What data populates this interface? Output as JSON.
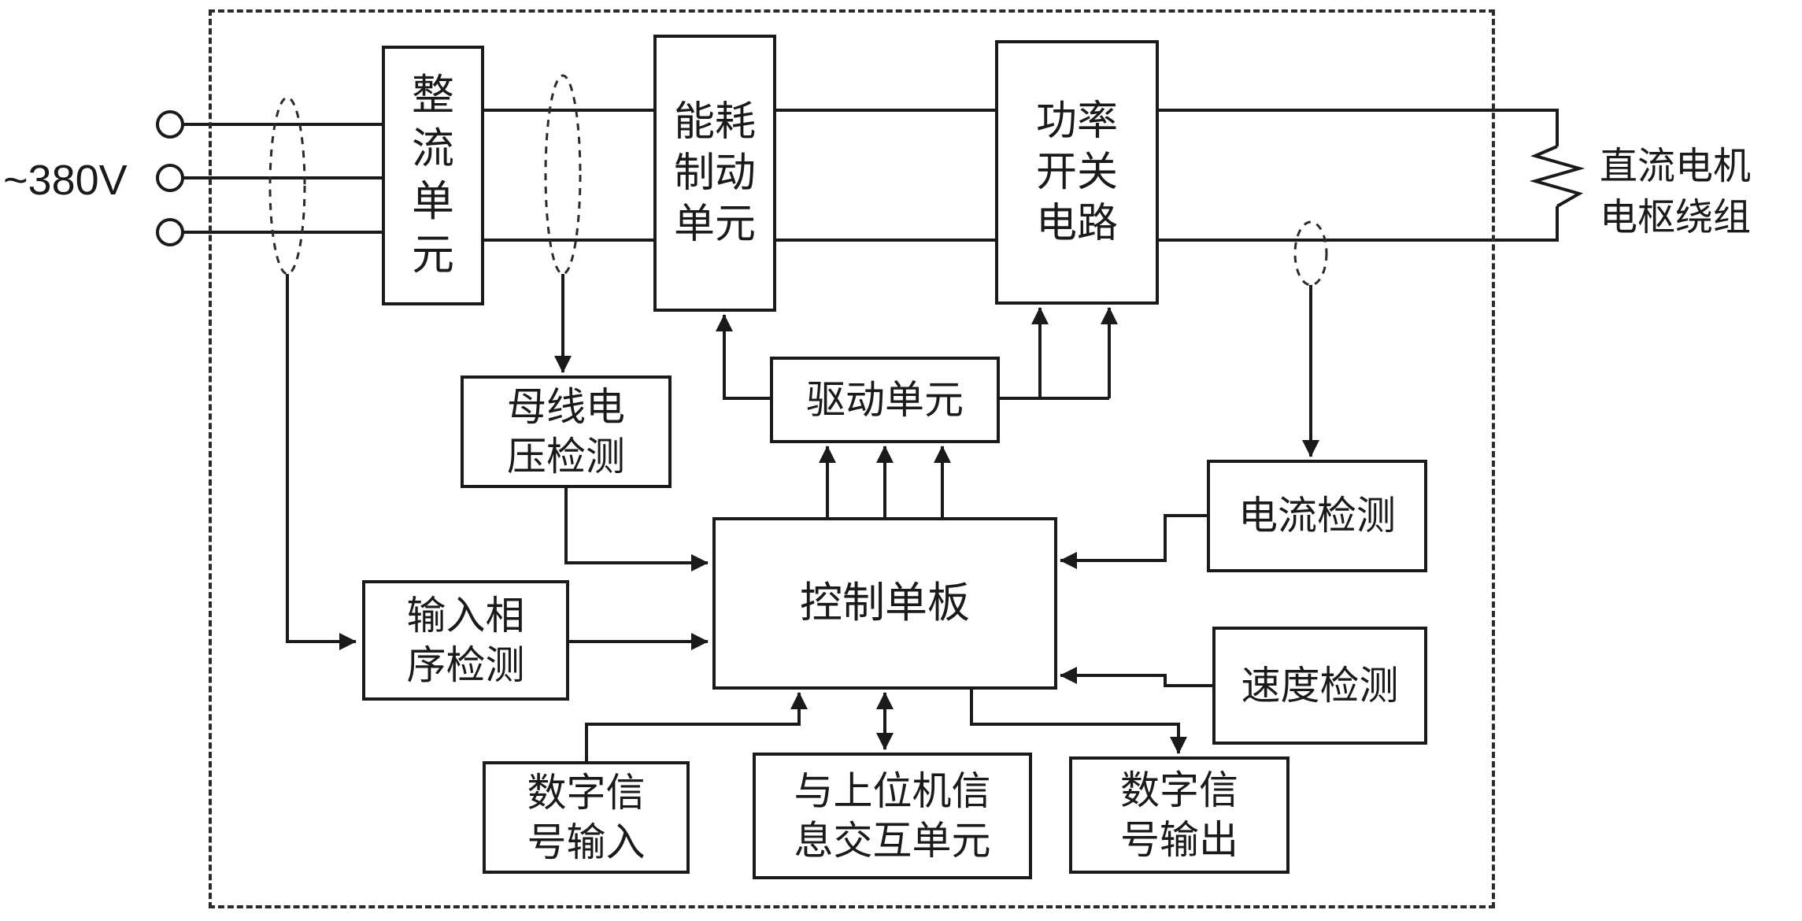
{
  "background": "#ffffff",
  "ink_color": "#1a1a1a",
  "labels": {
    "supply_voltage": "~380V",
    "motor_winding": "直流电机\n电枢绕组"
  },
  "blocks": {
    "rectifier": "整\n流\n单\n元",
    "energy_braking": "能耗\n制动\n单元",
    "power_switch": "功率\n开关\n电路",
    "drive_unit": "驱动单元",
    "bus_voltage_detect": "母线电\n压检测",
    "current_detect": "电流检测",
    "control_board": "控制单板",
    "input_phase_detect": "输入相\n序检测",
    "speed_detect": "速度检测",
    "digital_signal_input": "数字信\n号输入",
    "host_info_exchange": "与上位机信\n息交互单元",
    "digital_signal_output": "数字信\n号输出"
  }
}
